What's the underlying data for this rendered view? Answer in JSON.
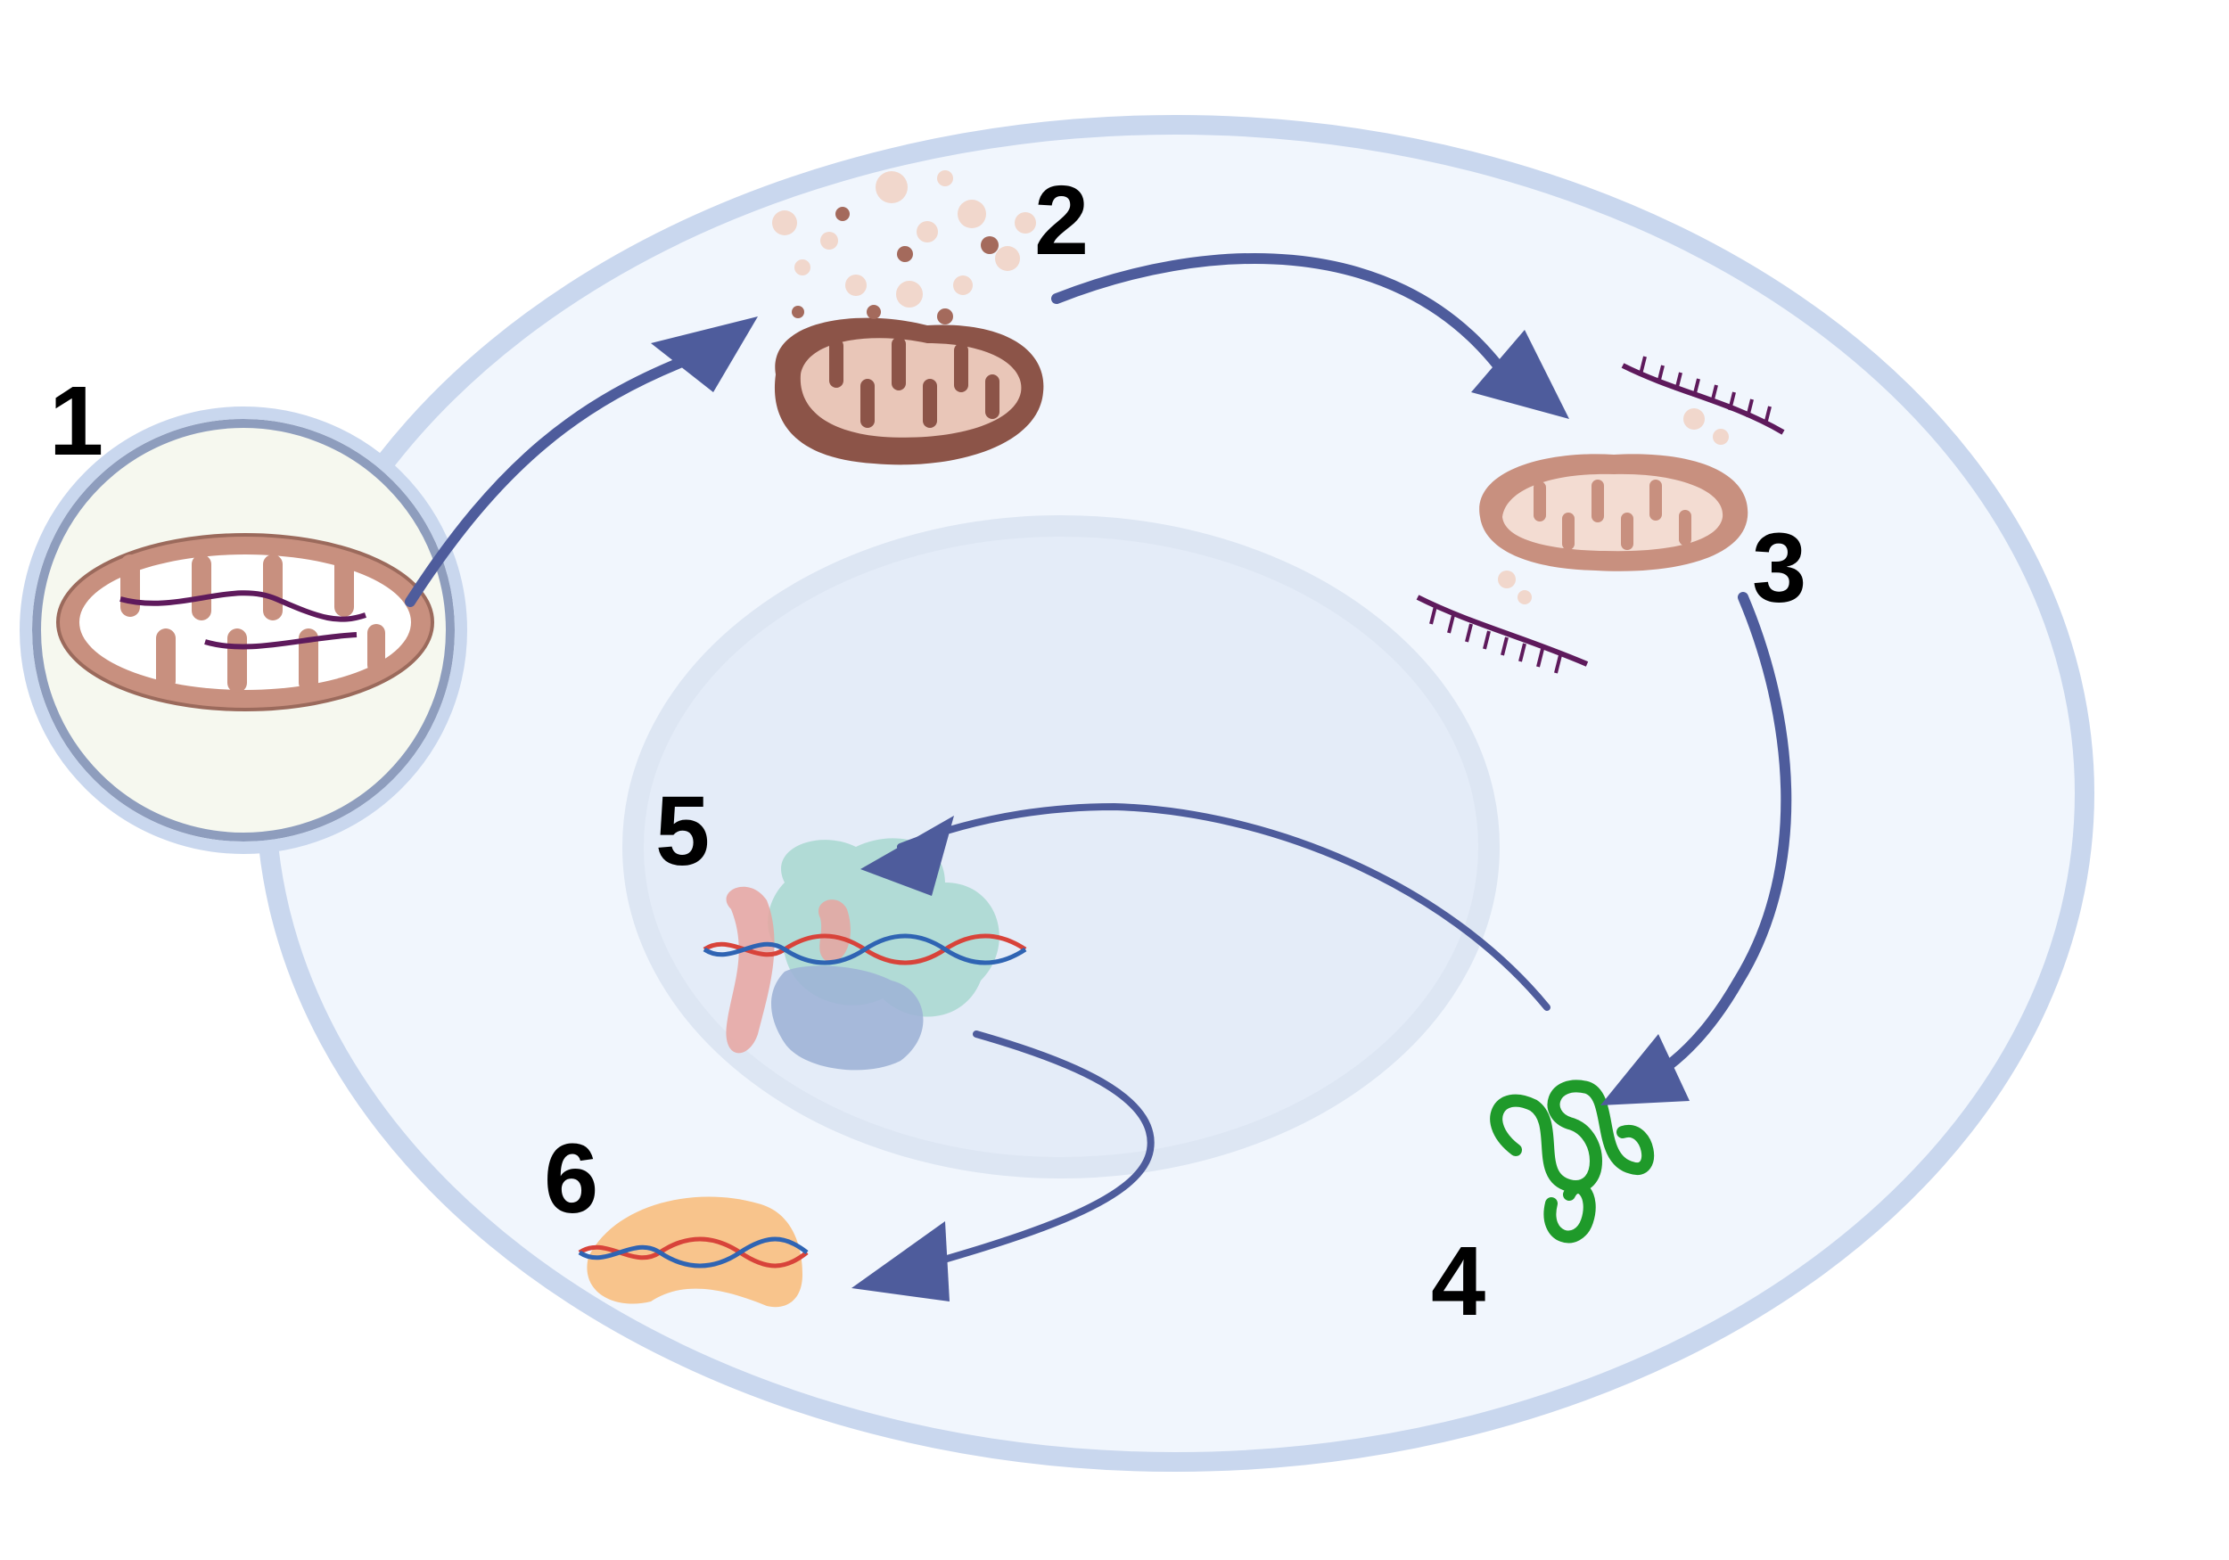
{
  "steps": [
    {
      "number": "1"
    },
    {
      "number": "2"
    },
    {
      "number": "3"
    },
    {
      "number": "4"
    },
    {
      "number": "5"
    },
    {
      "number": "6"
    }
  ],
  "colors": {
    "cell_fill": "#f1f6fd",
    "cell_border": "#c9d7ee",
    "nucleus_fill": "#e4ecf8",
    "arrow": "#4e5c9c",
    "mito_outer": "#c08a78",
    "mito_inner_fill": "#ffffff",
    "mito_dark": "#8c5448",
    "mtdna_purple": "#5e1a5c",
    "protein_green": "#1f9a2a",
    "dna_red": "#d8433a",
    "dna_blue": "#2f64b3",
    "complex_teal": "#a8d8d0",
    "complex_blue": "#9fb4d6",
    "complex_pink": "#e7a4a0",
    "ribosome_orange": "#f8c48c"
  },
  "icons": [
    "zoomed-mitochondrion-icon",
    "damaged-mitochondrion-icon",
    "releasing-mitochondrion-icon",
    "mtdna-fragment-icon",
    "folded-protein-icon",
    "transcription-complex-icon",
    "dna-strand-icon"
  ]
}
